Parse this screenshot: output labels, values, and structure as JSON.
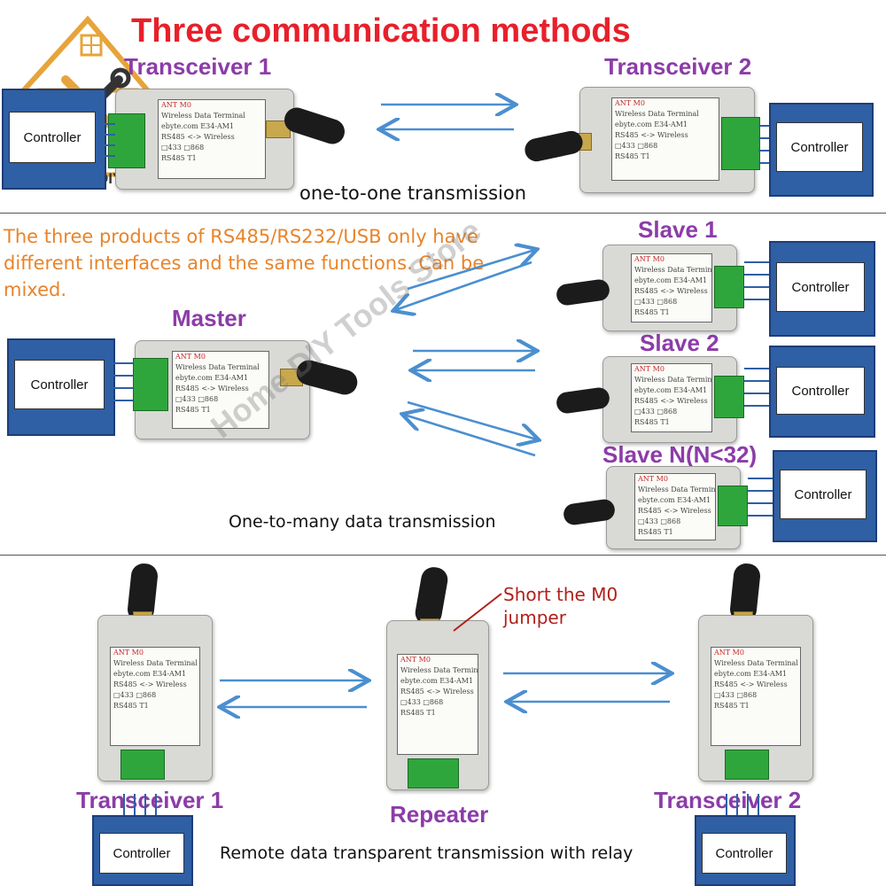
{
  "title": "Three communication methods",
  "logo": {
    "text": "Home DIY"
  },
  "section1": {
    "left_label": "Transceiver 1",
    "right_label": "Transceiver 2",
    "caption": "one-to-one transmission",
    "left_controller": "Controller",
    "right_controller": "Controller"
  },
  "section2": {
    "note": "The three products of RS485/RS232/USB only have different interfaces and the same functions. Can be mixed.",
    "master_label": "Master",
    "slave1_label": "Slave 1",
    "slave2_label": "Slave 2",
    "slaveN_label": "Slave N(N<32)",
    "caption": "One-to-many data transmission",
    "master_controller": "Controller",
    "slave1_controller": "Controller",
    "slave2_controller": "Controller",
    "slaveN_controller": "Controller"
  },
  "section3": {
    "left_label": "Transceiver 1",
    "center_label": "Repeater",
    "right_label": "Transceiver 2",
    "note": "Short the M0 jumper",
    "caption": "Remote data transparent transmission with relay",
    "left_controller": "Controller",
    "right_controller": "Controller"
  },
  "device_plate": {
    "ant": "ANT",
    "m0": "M0",
    "line1": "Wireless Data Terminal",
    "line2": "ebyte.com",
    "line3": "E34-AM1",
    "line4": "RS485 <-> Wireless",
    "opt1": "433",
    "opt2": "868",
    "rs485": "RS485",
    "t1": "T1"
  },
  "watermark": "Home DIY Tools Store",
  "colors": {
    "title": "#e8202a",
    "label": "#8c3ca8",
    "note": "#e8842a",
    "arrow": "#4b8fd0",
    "controller": "#2f5fa4",
    "terminal": "#2fa63c"
  }
}
